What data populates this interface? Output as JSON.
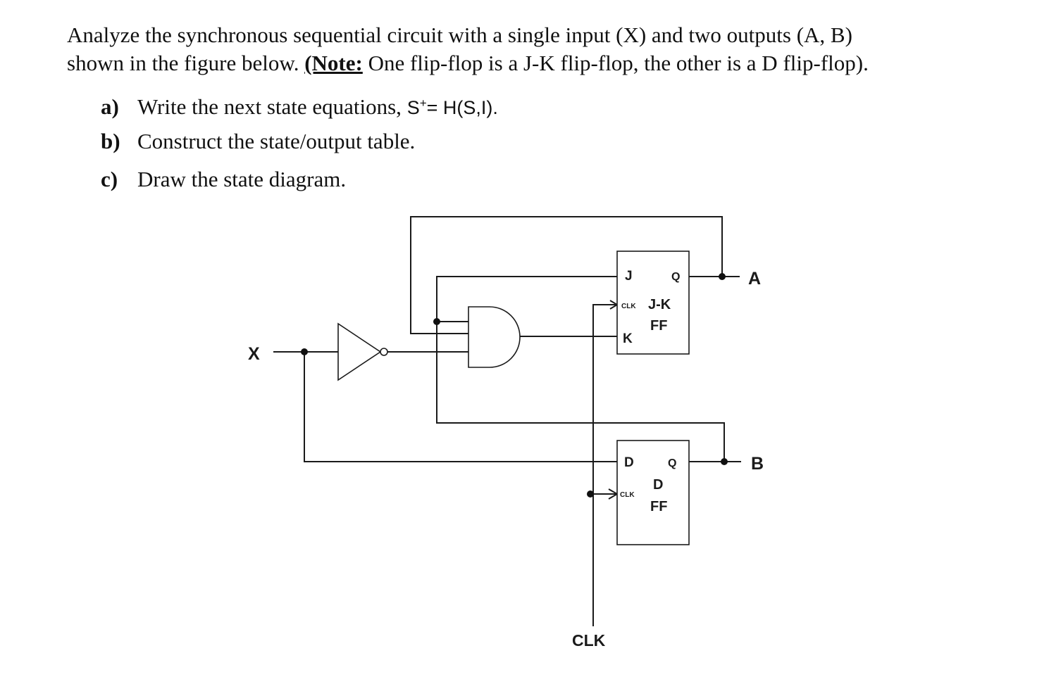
{
  "problem": {
    "intro_line1": "Analyze the synchronous sequential circuit with a single input (X) and two outputs (A, B)",
    "intro_line2_before": "shown in the figure below.",
    "note_label": "(Note:",
    "intro_line2_after": "One flip-flop is a J-K flip-flop, the other is a D flip-flop).",
    "parts": [
      {
        "letter": "a)",
        "text": "Write the next state equations, ",
        "math_base": "S",
        "math_sup": "+",
        "math_rest": "= H(S,I)",
        "tail": "."
      },
      {
        "letter": "b)",
        "text": "Construct the state/output table."
      },
      {
        "letter": "c)",
        "text": "Draw the state diagram."
      }
    ]
  },
  "circuit": {
    "input_label": "X",
    "clock_label": "CLK",
    "jk_ff": {
      "j": "J",
      "k": "K",
      "q": "Q",
      "clk": "CLK",
      "name": "J-K",
      "suffix": "FF"
    },
    "d_ff": {
      "d": "D",
      "q": "Q",
      "clk": "CLK",
      "name": "D",
      "suffix": "FF"
    },
    "output_a": "A",
    "output_b": "B"
  }
}
